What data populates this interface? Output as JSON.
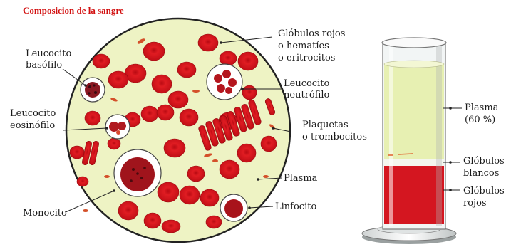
{
  "title": "Composicion de la sangre",
  "labels": {
    "leucocito_basofilo_1": "Leucocito",
    "leucocito_basofilo_2": "basófilo",
    "leucocito_eosinofilo_1": "Leucocito",
    "leucocito_eosinofilo_2": "eosinófilo",
    "monocito": "Monocito",
    "globulos_rojos_1": "Glóbulos rojos",
    "globulos_rojos_2": "o hematíes",
    "globulos_rojos_3": "o eritrocitos",
    "leucocito_neutrofilo_1": "Leucocito",
    "leucocito_neutrofilo_2": "neutrófilo",
    "plaquetas_1": "Plaquetas",
    "plaquetas_2": "o trombocitos",
    "plasma_circle": "Plasma",
    "linfocito": "Linfocito",
    "tube_plasma_1": "Plasma",
    "tube_plasma_2": "(60 %)",
    "tube_blancos_1": "Glóbulos",
    "tube_blancos_2": "blancos",
    "tube_rojos_1": "Glóbulos",
    "tube_rojos_2": "rojos"
  },
  "colors": {
    "title": "#d21010",
    "plasma": "#eef3c4",
    "red_cell": "#d8151c",
    "tube_plasma": "#e7f0b2",
    "tube_red": "#d41620"
  }
}
